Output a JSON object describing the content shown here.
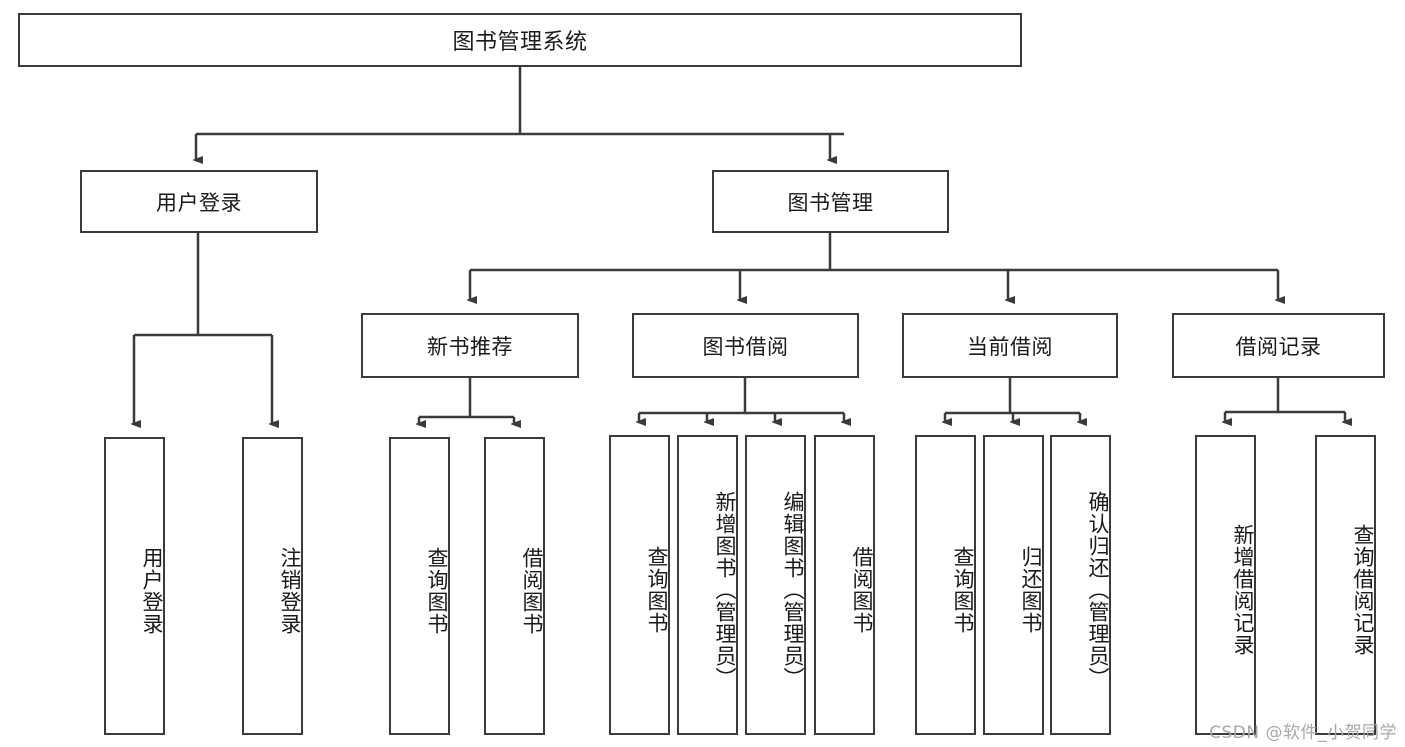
{
  "diagram": {
    "title": "图书管理系统",
    "type": "hierarchy-tree",
    "root": {
      "label": "图书管理系统"
    },
    "level1": [
      {
        "label": "用户登录"
      },
      {
        "label": "图书管理"
      }
    ],
    "level2": [
      {
        "label": "新书推荐"
      },
      {
        "label": "图书借阅"
      },
      {
        "label": "当前借阅"
      },
      {
        "label": "借阅记录"
      }
    ],
    "leaves": {
      "user_login": [
        {
          "label": "用户登录"
        },
        {
          "label": "注销登录"
        }
      ],
      "new_book_recommend": [
        {
          "label": "查询图书"
        },
        {
          "label": "借阅图书"
        }
      ],
      "book_borrow": [
        {
          "label": "查询图书"
        },
        {
          "label": "新增图书（管理员）"
        },
        {
          "label": "编辑图书（管理员）"
        },
        {
          "label": "借阅图书"
        }
      ],
      "current_borrow": [
        {
          "label": "查询图书"
        },
        {
          "label": "归还图书"
        },
        {
          "label": "确认归还（管理员）"
        }
      ],
      "borrow_record": [
        {
          "label": "新增借阅记录"
        },
        {
          "label": "查询借阅记录"
        }
      ]
    }
  },
  "watermark": {
    "text": "CSDN @软件_小贺同学"
  },
  "colors": {
    "box_border": "#3a3a3a",
    "line": "#3a3a3a",
    "text": "#1a1a1a",
    "background": "#ffffff",
    "watermark": "#a8a8a8"
  }
}
